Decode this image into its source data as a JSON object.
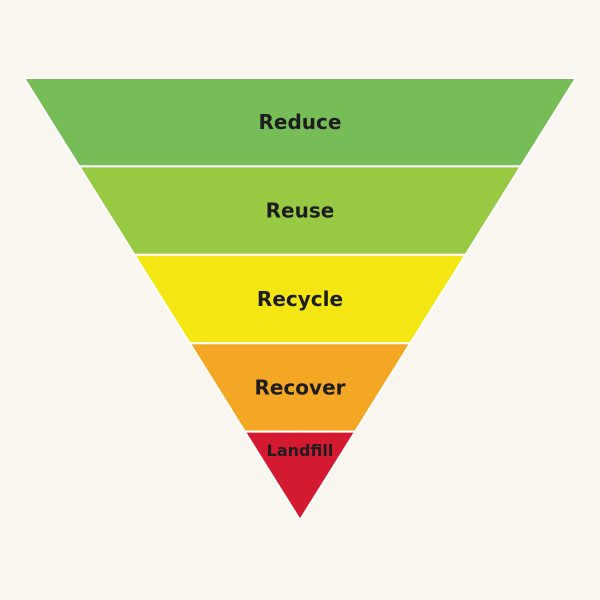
{
  "tiers": [
    {
      "label": "Reduce",
      "color": "#76bd58",
      "text_color": "#1d1d1d"
    },
    {
      "label": "Reuse",
      "color": "#97c943",
      "text_color": "#1d1d1d"
    },
    {
      "label": "Recycle",
      "color": "#f3e612",
      "text_color": "#1d1d1d"
    },
    {
      "label": "Recover",
      "color": "#f4a724",
      "text_color": "#1d1d1d"
    },
    {
      "label": "Landfill",
      "color": "#d31a31",
      "text_color": "#ffffff"
    }
  ],
  "background": "#f9f6f0"
}
